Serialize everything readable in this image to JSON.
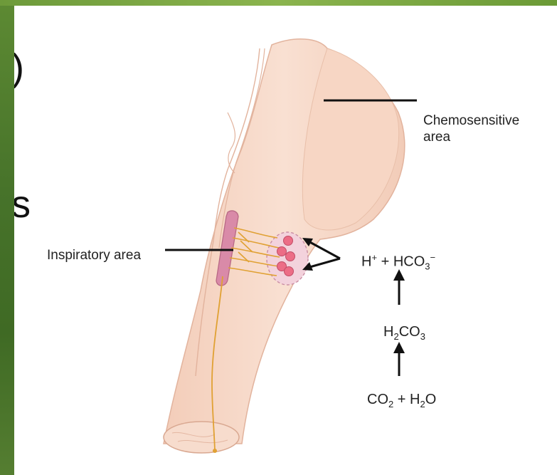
{
  "slide_fragments": [
    ")",
    "s"
  ],
  "labels": {
    "chemosensitive_line1": "Chemosensitive",
    "chemosensitive_line2": "area",
    "inspiratory": "Inspiratory area"
  },
  "equations": {
    "ions": {
      "h": "H",
      "h_sup": "+",
      "plus": " + HCO",
      "sub": "3",
      "sup": "−"
    },
    "carbonic": {
      "h": "H",
      "sub1": "2",
      "rest": "CO",
      "sub2": "3"
    },
    "reactants": {
      "co": "CO",
      "sub1": "2",
      "plus": " + H",
      "sub2": "2",
      "o": "O"
    }
  },
  "colors": {
    "brainstem_fill": "#f6d7c6",
    "brainstem_stroke": "#e3b59f",
    "nerve": "#e0a133",
    "neuron": "#ec6d86",
    "nucleus": "#d98aa8",
    "slide_green": "#4f7f2a"
  }
}
